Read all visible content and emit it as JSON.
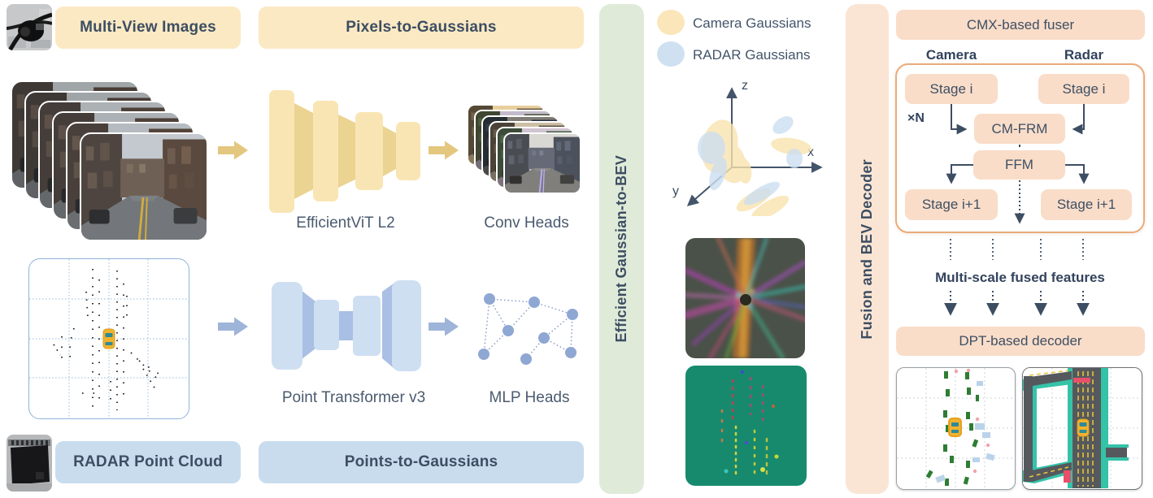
{
  "camera_branch": {
    "input_banner": "Multi-View Images",
    "module_banner": "Pixels-to-Gaussians",
    "encoder_label": "EfficientViT L2",
    "heads_label": "Conv Heads"
  },
  "radar_branch": {
    "input_banner": "RADAR Point Cloud",
    "module_banner": "Points-to-Gaussians",
    "encoder_label": "Point Transformer v3",
    "heads_label": "MLP Heads"
  },
  "bev_transform": {
    "banner": "Efficient Gaussian-to-BEV"
  },
  "legend": {
    "camera_label": "Camera Gaussians",
    "radar_label": "RADAR Gaussians"
  },
  "axes3d": {
    "x_label": "x",
    "y_label": "y",
    "z_label": "z"
  },
  "fusion_decoder": {
    "banner": "Fusion and BEV Decoder",
    "fuser_banner": "CMX-based fuser",
    "camera_column": "Camera",
    "radar_column": "Radar",
    "stage_i_label": "Stage i",
    "repeat_label": "×N",
    "cm_frm_label": "CM-FRM",
    "ffm_label": "FFM",
    "stage_i1_label": "Stage i+1",
    "multiscale_label": "Multi-scale fused features",
    "decoder_banner": "DPT-based decoder"
  },
  "colors": {
    "camera_accent": "#FBE9C3",
    "camera_shape": "#F9E5B4",
    "radar_accent": "#C8DCEE",
    "radar_shape": "#CEDFF2",
    "bev_accent": "#DFEBD8",
    "fusion_accent": "#FAE5D4",
    "fusion_node": "#F9DDC9",
    "fusion_border": "#EBAB79",
    "text_dark": "#3D4E63"
  }
}
